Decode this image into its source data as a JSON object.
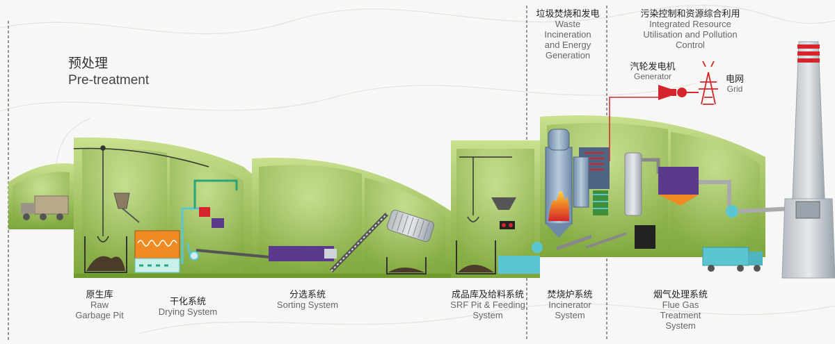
{
  "pretreatment": {
    "zh": "预处理",
    "en": "Pre-treatment"
  },
  "incineration_header": {
    "zh": "垃圾焚烧和发电",
    "en": [
      "Waste",
      "Incineration",
      "and Energy",
      "Generation"
    ]
  },
  "resource_header": {
    "zh": "污染控制和资源综合利用",
    "en": [
      "Integrated Resource",
      "Utilisation and Pollution",
      "Control"
    ]
  },
  "generator": {
    "zh": "汽轮发电机",
    "en": "Generator"
  },
  "grid": {
    "zh": "电网",
    "en": "Grid"
  },
  "stages": [
    {
      "zh": "原生库",
      "en": [
        "Raw",
        "Garbage Pit"
      ]
    },
    {
      "zh": "干化系统",
      "en": [
        "Drying System"
      ]
    },
    {
      "zh": "分选系统",
      "en": [
        "Sorting System"
      ]
    },
    {
      "zh": "成品库及给料系统",
      "en": [
        "SRF Pit & Feeding",
        "System"
      ]
    },
    {
      "zh": "焚烧炉系统",
      "en": [
        "Incinerator",
        "System"
      ]
    },
    {
      "zh": "烟气处理系统",
      "en": [
        "Flue Gas",
        "Treatment",
        "System"
      ]
    }
  ],
  "colors": {
    "green_dark": "#6f9a2e",
    "green_light": "#b8d57a",
    "purple": "#5b3a8c",
    "cyan": "#5cc6d0",
    "red": "#d5242b",
    "orange": "#f08a24",
    "steel": "#9aa3ab"
  }
}
